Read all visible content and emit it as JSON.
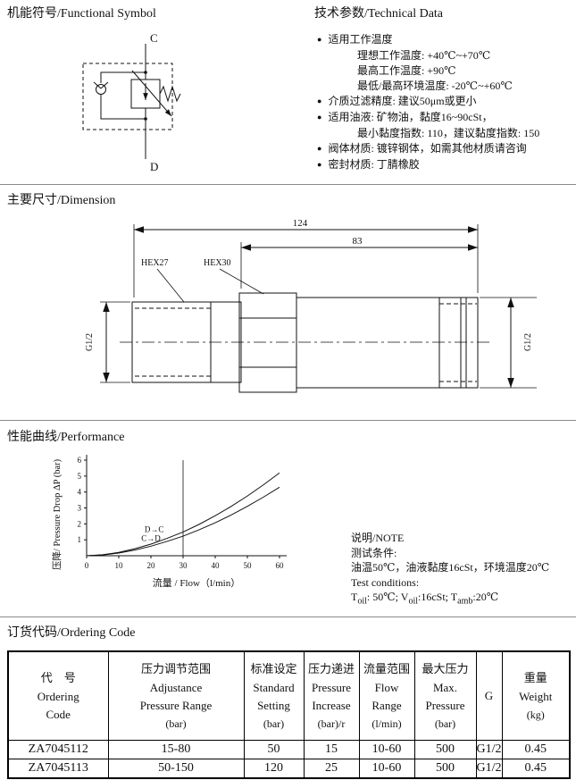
{
  "colors": {
    "background": "#ffffff",
    "text": "#111111",
    "line": "#111111",
    "divider": "#8a8a8a"
  },
  "sections": {
    "functional_symbol": "机能符号/Functional Symbol",
    "technical_data": "技术参数/Technical Data",
    "dimension": "主要尺寸/Dimension",
    "performance": "性能曲线/Performance",
    "ordering_code": "订货代码/Ordering Code"
  },
  "functional_symbol": {
    "port_top": "C",
    "port_bottom": "D"
  },
  "technical_data": {
    "items": [
      {
        "text": "适用工作温度",
        "sub": [
          "理想工作温度: +40℃~+70℃",
          "最高工作温度: +90℃",
          "最低/最高环境温度: -20℃~+60℃"
        ]
      },
      {
        "text": "介质过滤精度: 建议50μm或更小"
      },
      {
        "text": "适用油液: 矿物油，黏度16~90cSt，",
        "sub": [
          "最小黏度指数: 110，建议黏度指数: 150"
        ]
      },
      {
        "text": "阀体材质: 镀锌钢体，如需其他材质请咨询"
      },
      {
        "text": "密封材质: 丁腈橡胶"
      }
    ]
  },
  "dimension": {
    "overall_length": "124",
    "length_83": "83",
    "hex_small": "HEX27",
    "hex_large": "HEX30",
    "port_left": "G1/2",
    "port_right": "G1/2"
  },
  "chart_data": {
    "type": "line",
    "title": "",
    "xlabel": "流量 / Flow（l/min）",
    "ylabel": "压降/ Pressure Drop ΔP (bar)",
    "xlim": [
      0,
      60
    ],
    "ylim": [
      0,
      6
    ],
    "xticks": [
      0,
      10,
      20,
      30,
      40,
      50,
      60
    ],
    "yticks": [
      1,
      2,
      3,
      4,
      5,
      6
    ],
    "grid": false,
    "legend": "inline",
    "reference_line_x": 30,
    "x": [
      0,
      5,
      10,
      15,
      20,
      25,
      30,
      35,
      40,
      45,
      50,
      55,
      60
    ],
    "series": [
      {
        "name": "D→C",
        "values": [
          0,
          0.06,
          0.21,
          0.44,
          0.73,
          1.09,
          1.49,
          1.97,
          2.51,
          3.1,
          3.75,
          4.45,
          5.2
        ]
      },
      {
        "name": "C→D",
        "values": [
          0,
          0.05,
          0.17,
          0.36,
          0.6,
          0.9,
          1.23,
          1.63,
          2.07,
          2.56,
          3.1,
          3.68,
          4.3
        ]
      }
    ],
    "label_positions": [
      [
        21,
        1.5
      ],
      [
        20,
        0.92
      ]
    ]
  },
  "note": {
    "title": "说明/NOTE",
    "conditions_zh_label": "测试条件:",
    "conditions_zh": "油温50℃，油液黏度16cSt，环境温度20℃",
    "conditions_en_label": "Test conditions:",
    "t1": "T",
    "s1": "oil",
    "t2": ": 50℃;  V",
    "s2": "oil",
    "t3": ":16cSt;  T",
    "s3": "amb",
    "t4": ":20℃"
  },
  "ordering_table": {
    "headers": [
      {
        "zh": "代　号",
        "en": "Ordering",
        "en2": "Code",
        "unit": ""
      },
      {
        "zh": "压力调节范围",
        "en": "Adjustance",
        "en2": "Pressure Range",
        "unit": "(bar)"
      },
      {
        "zh": "标准设定",
        "en": "Standard",
        "en2": "Setting",
        "unit": "(bar)"
      },
      {
        "zh": "压力递进",
        "en": "Pressure",
        "en2": "Increase",
        "unit": "(bar)/r"
      },
      {
        "zh": "流量范围",
        "en": "Flow",
        "en2": "Range",
        "unit": "(l/min)"
      },
      {
        "zh": "最大压力",
        "en": "Max.",
        "en2": "Pressure",
        "unit": "(bar)"
      },
      {
        "zh": "",
        "en": "G",
        "en2": "",
        "unit": ""
      },
      {
        "zh": "重量",
        "en": "Weight",
        "en2": "",
        "unit": "(kg)"
      }
    ],
    "rows": [
      [
        "ZA7045112",
        "15-80",
        "50",
        "15",
        "10-60",
        "500",
        "G1/2",
        "0.45"
      ],
      [
        "ZA7045113",
        "50-150",
        "120",
        "25",
        "10-60",
        "500",
        "G1/2",
        "0.45"
      ]
    ]
  }
}
